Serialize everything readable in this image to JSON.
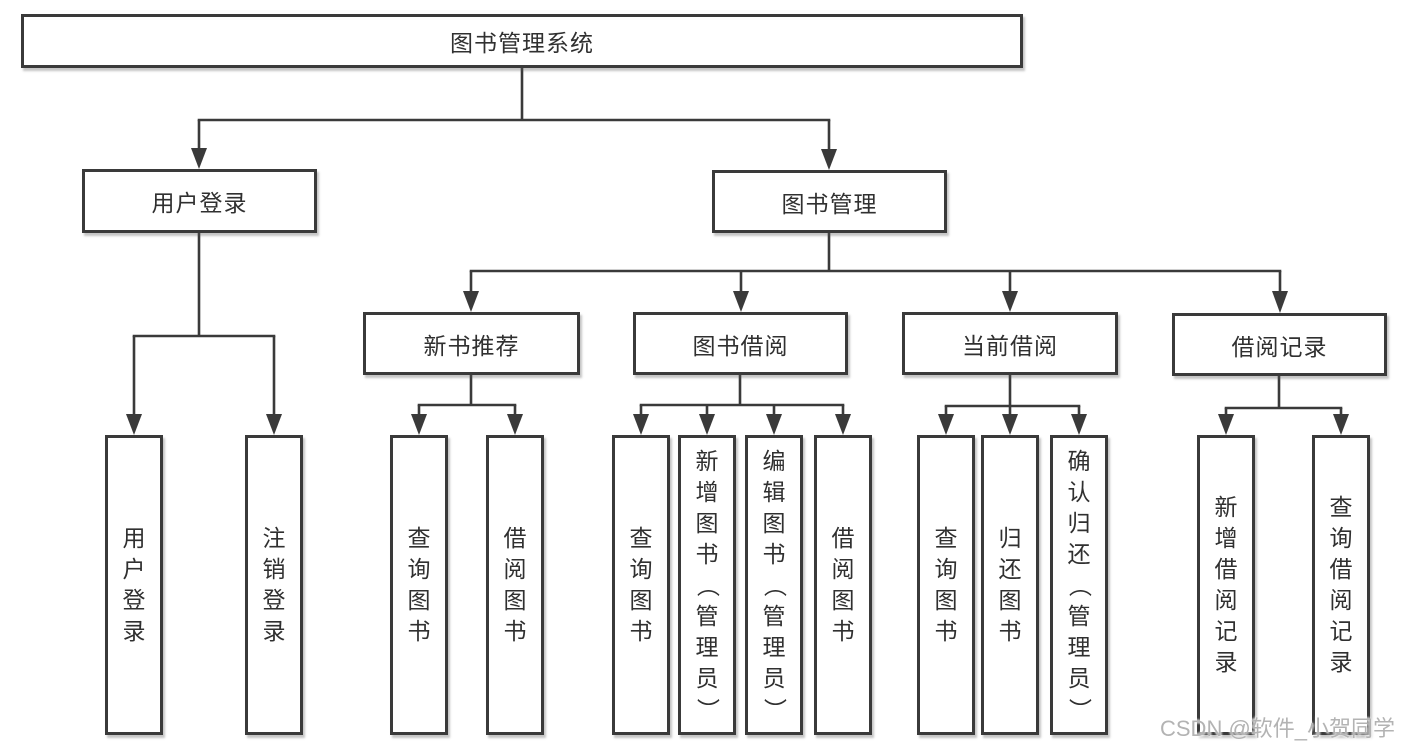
{
  "diagram": {
    "root": {
      "label": "图书管理系统"
    },
    "level2": [
      {
        "label": "用户登录"
      },
      {
        "label": "图书管理"
      }
    ],
    "level3": [
      {
        "label": "新书推荐"
      },
      {
        "label": "图书借阅"
      },
      {
        "label": "当前借阅"
      },
      {
        "label": "借阅记录"
      }
    ],
    "leaves": {
      "user_login": [
        {
          "label": "用户登录"
        },
        {
          "label": "注销登录"
        }
      ],
      "new_books": [
        {
          "label": "查询图书"
        },
        {
          "label": "借阅图书"
        }
      ],
      "book_borrow": [
        {
          "label": "查询图书"
        },
        {
          "label": "新增图书（管理员）"
        },
        {
          "label": "编辑图书（管理员）"
        },
        {
          "label": "借阅图书"
        }
      ],
      "current_borrow": [
        {
          "label": "查询图书"
        },
        {
          "label": "归还图书"
        },
        {
          "label": "确认归还（管理员）"
        }
      ],
      "borrow_records": [
        {
          "label": "新增借阅记录"
        },
        {
          "label": "查询借阅记录"
        }
      ]
    }
  },
  "watermark": {
    "text": "CSDN @软件_小贺同学"
  },
  "colors": {
    "line": "#3a3a3a",
    "text": "#303030",
    "box_background": "#ffffff",
    "page_background": "#ffffff",
    "watermark": "#b3b3b3"
  }
}
